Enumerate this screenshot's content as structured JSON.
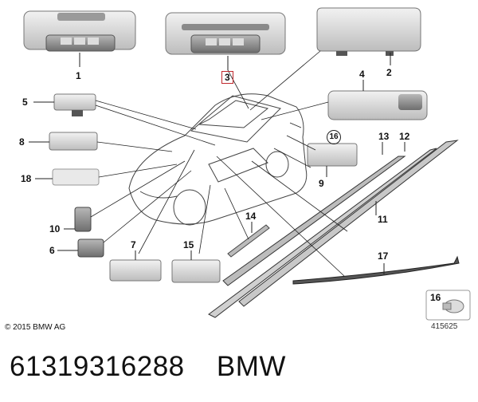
{
  "callouts": {
    "c1": "1",
    "c2": "2",
    "c3": "3",
    "c4": "4",
    "c5": "5",
    "c6": "6",
    "c7": "7",
    "c8": "8",
    "c9": "9",
    "c10": "10",
    "c11": "11",
    "c12": "12",
    "c13": "13",
    "c14": "14",
    "c15": "15",
    "c16": "16",
    "c17": "17",
    "c18": "18",
    "c16b": "16"
  },
  "copyright": "© 2015 BMW AG",
  "image_number": "415625",
  "footer": {
    "part_number": "61319316288",
    "brand": "BMW"
  },
  "colors": {
    "highlight_box": "#c0282d",
    "part_fill": "#d8d8d8",
    "line": "#222222"
  }
}
